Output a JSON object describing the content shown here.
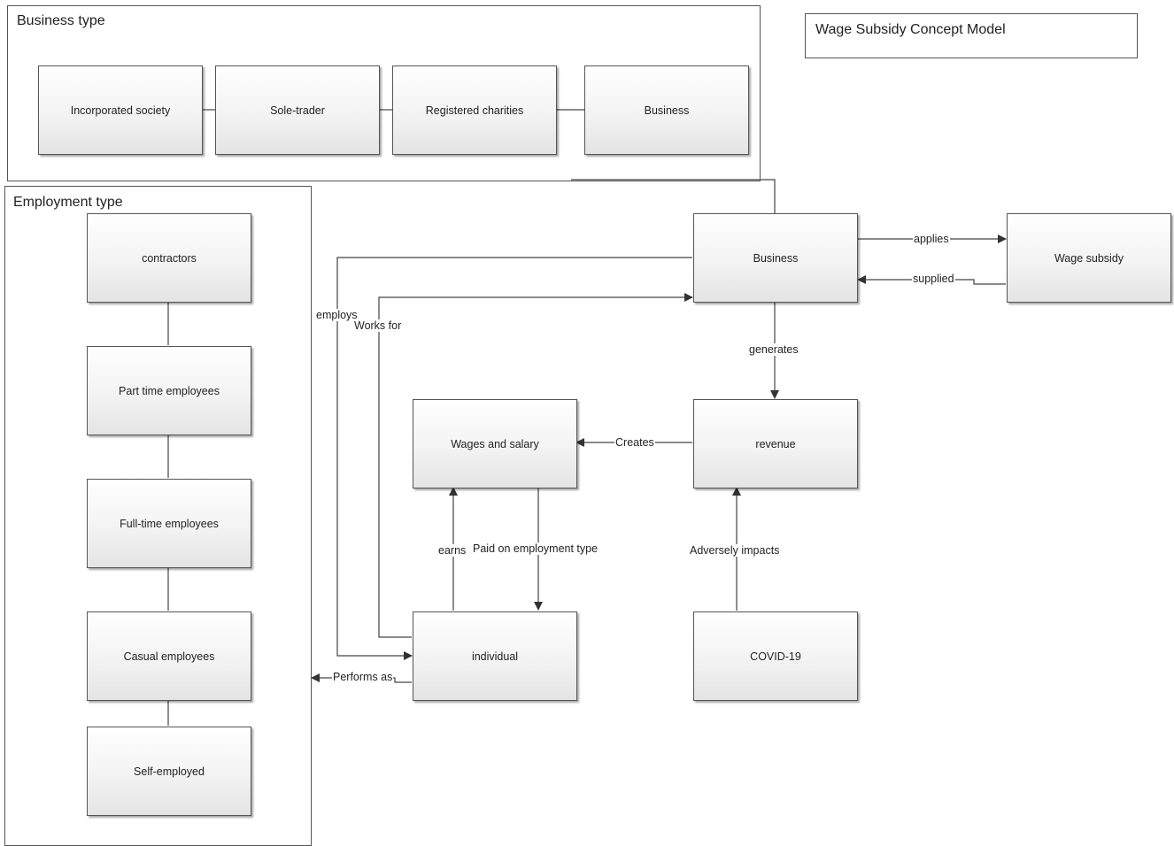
{
  "diagram_title": "Wage Subsidy Concept Model",
  "business_type": {
    "title": "Business type",
    "items": [
      "Incorporated society",
      "Sole-trader",
      "Registered charities",
      "Business"
    ]
  },
  "employment_type": {
    "title": "Employment type",
    "items": [
      "contractors",
      "Part time employees",
      "Full-time employees",
      "Casual employees",
      "Self-employed"
    ]
  },
  "nodes": {
    "business": "Business",
    "wage_subsidy": "Wage subsidy",
    "revenue": "revenue",
    "wages_salary": "Wages and salary",
    "individual": "individual",
    "covid": "COVID-19"
  },
  "relations": {
    "applies": "applies",
    "supplied": "supplied",
    "generates": "generates",
    "creates": "Creates",
    "employs": "employs",
    "works_for": "Works for",
    "earns": "earns",
    "paid_on": "Paid on employment type",
    "adversely": "Adversely impacts",
    "performs_as": "Performs as"
  }
}
